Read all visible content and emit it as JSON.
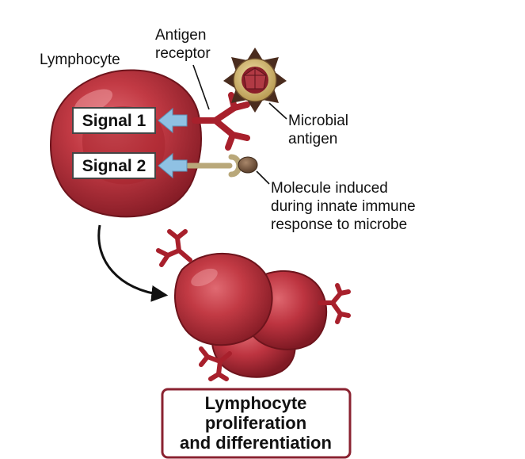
{
  "labels": {
    "lymphocyte": "Lymphocyte",
    "antigen_receptor_line1": "Antigen",
    "antigen_receptor_line2": "receptor",
    "microbial_antigen_line1": "Microbial",
    "microbial_antigen_line2": "antigen",
    "molecule_line1": "Molecule induced",
    "molecule_line2": "during innate immune",
    "molecule_line3": "response to microbe"
  },
  "signals": {
    "signal1": "Signal 1",
    "signal2": "Signal 2"
  },
  "result": {
    "line1": "Lymphocyte",
    "line2": "proliferation",
    "line3": "and differentiation"
  },
  "colors": {
    "cell_fill": "#b62a34",
    "cell_dark": "#7a1820",
    "receptor": "#a8202c",
    "signal_arrow": "#8fc1e3",
    "costim_stalk": "#b9a87a",
    "costim_ball": "#6b4c36",
    "microbe_outer": "#4a2c1e",
    "microbe_ring": "#d9c27e",
    "microbe_core": "#8a1f2a",
    "result_border": "#8a2230"
  }
}
